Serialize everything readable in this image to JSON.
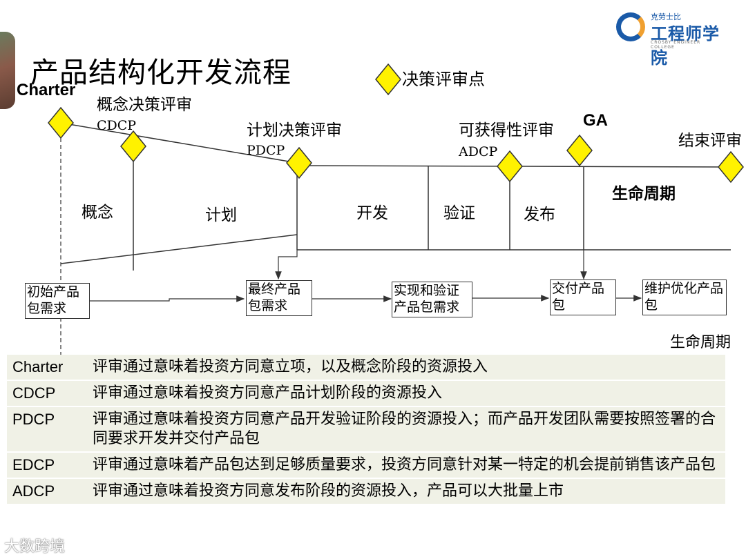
{
  "title": "产品结构化开发流程",
  "logo": {
    "top": "克劳士比",
    "main": "工程师学院",
    "sub": "CROSBY ENGINEER COLLEGE"
  },
  "legend_label": "决策评审点",
  "milestones": {
    "charter": "Charter",
    "cdcp_cn": "概念决策评审",
    "cdcp_code": "CDCP",
    "pdcp_cn": "计划决策评审",
    "pdcp_code": "PDCP",
    "adcp_cn": "可获得性评审",
    "adcp_code": "ADCP",
    "ga": "GA",
    "end_cn": "结束评审"
  },
  "phases": {
    "concept": "概念",
    "plan": "计划",
    "develop": "开发",
    "verify": "验证",
    "release": "发布",
    "lifecycle": "生命周期"
  },
  "boxes": {
    "initial": "初始产品包需求",
    "final": "最终产品包需求",
    "realize": "实现和验证产品包需求",
    "deliver": "交付产品包",
    "maintain": "维护优化产品包"
  },
  "lifecycle_label": "生命周期",
  "definitions": [
    {
      "code": "Charter",
      "text": "评审通过意味着投资方同意立项，以及概念阶段的资源投入"
    },
    {
      "code": "CDCP",
      "text": "评审通过意味着投资方同意产品计划阶段的资源投入"
    },
    {
      "code": "PDCP",
      "text": "评审通过意味着投资方同意产品开发验证阶段的资源投入；而产品开发团队需要按照签署的合同要求开发并交付产品包"
    },
    {
      "code": "EDCP",
      "text": "评审通过意味着产品包达到足够质量要求，投资方同意针对某一特定的机会提前销售该产品包"
    },
    {
      "code": "ADCP",
      "text": "评审通过意味着投资方同意发布阶段的资源投入，产品可以大批量上市"
    }
  ],
  "watermark": "大数跨境",
  "colors": {
    "diamond": "#fff200",
    "row_bg": "#f0f1e6",
    "logo_blue": "#1a5aa8"
  }
}
